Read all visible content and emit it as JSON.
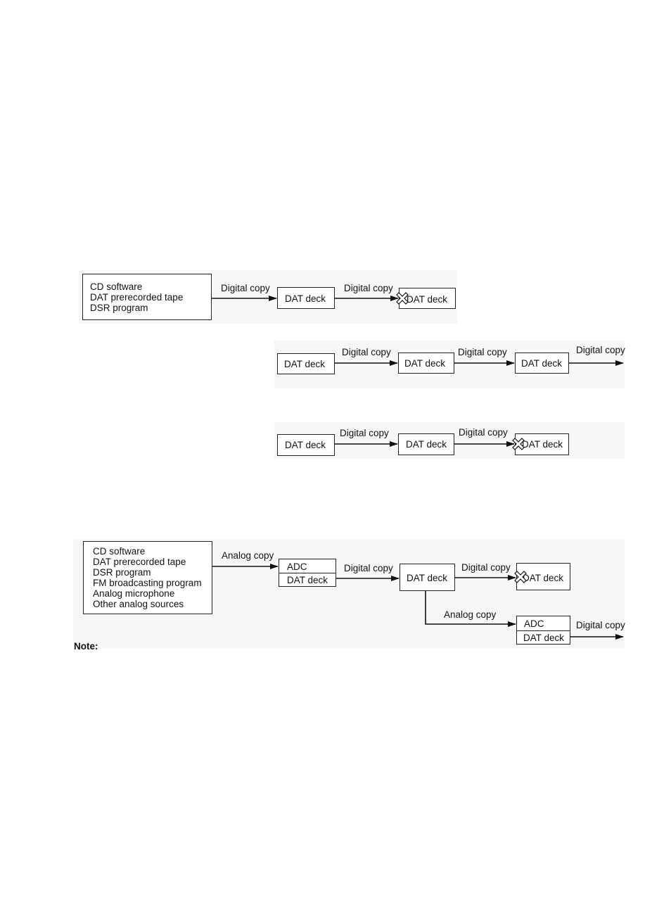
{
  "diagram1": {
    "source_lines": [
      "CD software",
      "DAT prerecorded tape",
      "DSR program"
    ],
    "edge1_label": "Digital copy",
    "deck1": "DAT deck",
    "edge2_label": "Digital copy",
    "deck2": "DAT deck"
  },
  "diagram2": {
    "deck1": "DAT deck",
    "edge1_label": "Digital copy",
    "deck2": "DAT deck",
    "edge2_label": "Digital copy",
    "deck3": "DAT deck",
    "edge3_label": "Digital copy"
  },
  "diagram3": {
    "deck1": "DAT deck",
    "edge1_label": "Digital copy",
    "deck2": "DAT deck",
    "edge2_label": "Digital copy",
    "deck3": "DAT deck"
  },
  "diagram4": {
    "source_lines": [
      "CD software",
      "DAT prerecorded tape",
      "DSR program",
      "FM broadcasting program",
      "Analog microphone",
      "Other analog sources"
    ],
    "edge1_label": "Analog copy",
    "adc1": "ADC",
    "adc_deck1": "DAT deck",
    "edge2_label": "Digital copy",
    "deck2": "DAT deck",
    "edge3_label": "Digital copy",
    "deck3": "DAT deck",
    "edge4_label": "Analog copy",
    "adc2": "ADC",
    "adc_deck2": "DAT deck",
    "edge5_label": "Digital copy"
  },
  "note": "Note:"
}
